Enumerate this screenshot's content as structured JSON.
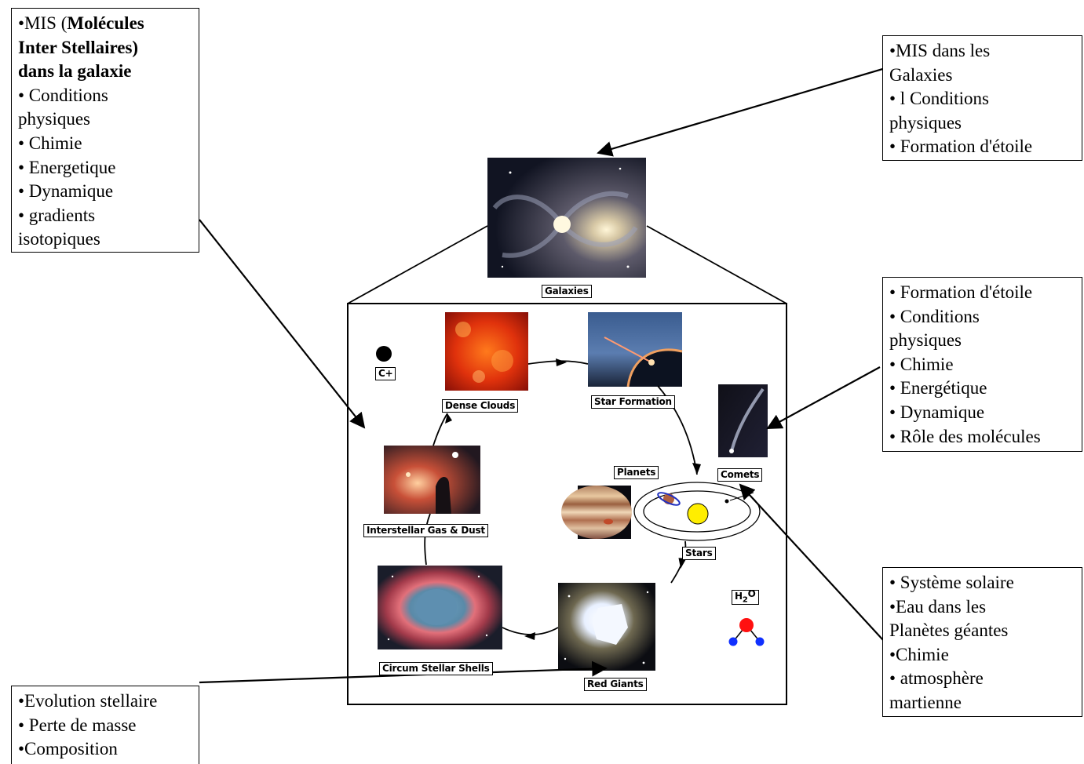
{
  "boxes": {
    "top_left": {
      "line1_prefix": "•MIS (",
      "line1_bold": "Molécules",
      "line2": "Inter Stellaires)",
      "line3": "dans la galaxie",
      "items": [
        "• Conditions",
        "physiques",
        "• Chimie",
        "• Energetique",
        "• Dynamique",
        "• gradients",
        "isotopiques"
      ]
    },
    "top_right": {
      "items": [
        "•MIS dans les",
        "Galaxies",
        "• l Conditions",
        "physiques",
        "• Formation d'étoile"
      ]
    },
    "mid_right": {
      "items": [
        "• Formation d'étoile",
        "• Conditions",
        "physiques",
        "• Chimie",
        "• Energétique",
        "• Dynamique",
        "• Rôle des molécules"
      ]
    },
    "bottom_right": {
      "items": [
        "• Système solaire",
        "•Eau dans les",
        "Planètes géantes",
        "•Chimie",
        "• atmosphère",
        "martienne"
      ]
    },
    "bottom_left": {
      "items": [
        "•Evolution stellaire",
        "• Perte de masse",
        "•Composition"
      ]
    }
  },
  "diagram_labels": {
    "galaxies": "Galaxies",
    "dense_clouds": "Dense Clouds",
    "star_formation": "Star Formation",
    "interstellar": "Interstellar Gas & Dust",
    "comets": "Comets",
    "planets": "Planets",
    "stars": "Stars",
    "circum": "Circum Stellar Shells",
    "red_giants": "Red Giants",
    "c_plus": "C+",
    "h2o_h": "H",
    "h2o_sub": "2",
    "h2o_o": "O"
  }
}
